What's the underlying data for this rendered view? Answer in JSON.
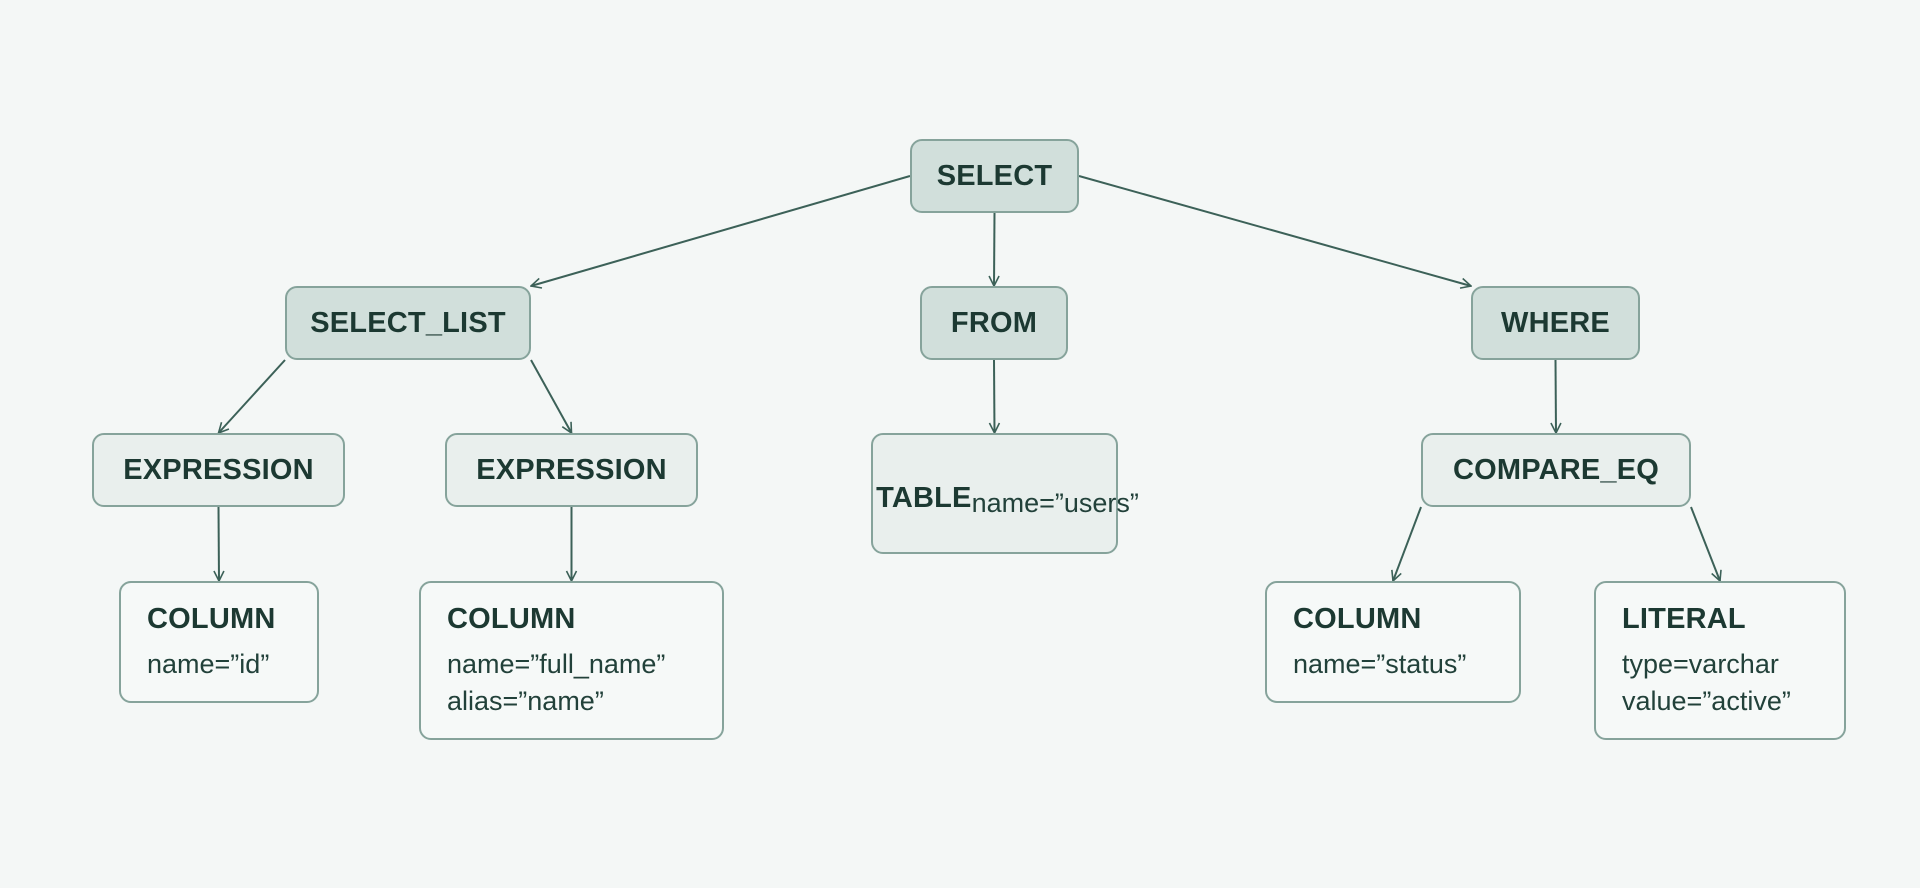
{
  "nodes": {
    "select": {
      "label": "SELECT"
    },
    "select_list": {
      "label": "SELECT_LIST"
    },
    "from": {
      "label": "FROM"
    },
    "where": {
      "label": "WHERE"
    },
    "expression_1": {
      "label": "EXPRESSION"
    },
    "expression_2": {
      "label": "EXPRESSION"
    },
    "table": {
      "label": "TABLE",
      "attrs": [
        "name=”users”"
      ]
    },
    "compare_eq": {
      "label": "COMPARE_EQ"
    },
    "column_id": {
      "label": "COLUMN",
      "attrs": [
        "name=”id”"
      ]
    },
    "column_full_name": {
      "label": "COLUMN",
      "attrs": [
        "name=”full_name”",
        "alias=”name”"
      ]
    },
    "column_status": {
      "label": "COLUMN",
      "attrs": [
        "name=”status”"
      ]
    },
    "literal": {
      "label": "LITERAL",
      "attrs": [
        "type=varchar",
        "value=”active”"
      ]
    }
  },
  "edges": [
    {
      "from": "select",
      "to": "select_list"
    },
    {
      "from": "select",
      "to": "from"
    },
    {
      "from": "select",
      "to": "where"
    },
    {
      "from": "select_list",
      "to": "expression_1"
    },
    {
      "from": "select_list",
      "to": "expression_2"
    },
    {
      "from": "from",
      "to": "table"
    },
    {
      "from": "where",
      "to": "compare_eq"
    },
    {
      "from": "expression_1",
      "to": "column_id"
    },
    {
      "from": "expression_2",
      "to": "column_full_name"
    },
    {
      "from": "compare_eq",
      "to": "column_status"
    },
    {
      "from": "compare_eq",
      "to": "literal"
    }
  ],
  "colors": {
    "edge": "#3c6158",
    "node_border": "#86a39b",
    "root_fill": "#d1dfdb",
    "background": "#f4f7f6"
  }
}
